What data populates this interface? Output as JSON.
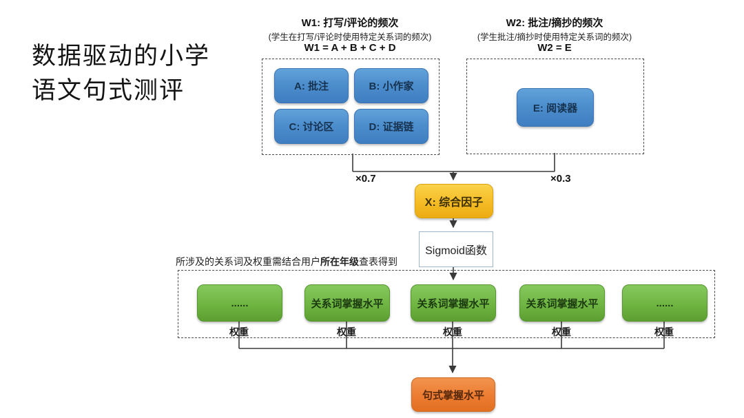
{
  "slide": {
    "title_line1": "数据驱动的小学",
    "title_line2": "语文句式测评",
    "background": "#ffffff"
  },
  "w1_group": {
    "heading": "W1: 打写/评论的频次",
    "subtitle": "(学生在打写/评论时使用特定关系词的频次)",
    "formula": "W1 = A + B + C + D",
    "items": [
      {
        "label": "A: 批注"
      },
      {
        "label": "B: 小作家"
      },
      {
        "label": "C: 讨论区"
      },
      {
        "label": "D: 证据链"
      }
    ]
  },
  "w2_group": {
    "heading": "W2: 批注/摘抄的频次",
    "subtitle": "(学生批注/摘抄时使用特定关系词的频次)",
    "formula": "W2 = E",
    "items": [
      {
        "label": "E: 阅读器"
      }
    ]
  },
  "multipliers": {
    "left": "×0.7",
    "right": "×0.3"
  },
  "composite_node": {
    "label": "X: 综合因子"
  },
  "sigmoid_node": {
    "label": "Sigmoid函数"
  },
  "note": {
    "prefix": "所涉及的关系词及权重需结合用户",
    "bold": "所在年级",
    "suffix": "查表得到"
  },
  "mastery_row": {
    "items": [
      {
        "label": "......",
        "weight": "权重"
      },
      {
        "label": "关系词掌握水平",
        "weight": "权重"
      },
      {
        "label": "关系词掌握水平",
        "weight": "权重"
      },
      {
        "label": "关系词掌握水平",
        "weight": "权重"
      },
      {
        "label": "......",
        "weight": "权重"
      }
    ]
  },
  "output_node": {
    "label": "句式掌握水平"
  },
  "colors": {
    "node_blue": "#4d8ecd",
    "node_green": "#6fb542",
    "node_yellow": "#f4bc26",
    "node_orange": "#ec7c31",
    "line": "#3a3a3a",
    "dash_border": "#4a4a4a"
  }
}
